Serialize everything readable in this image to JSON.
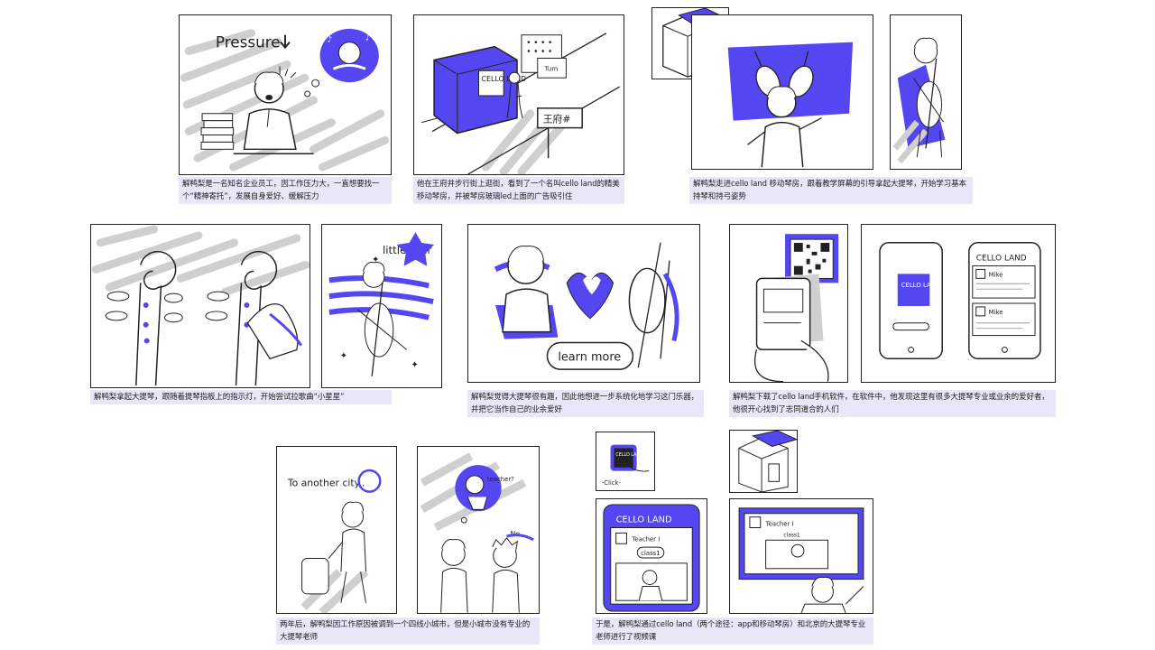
{
  "colors": {
    "accent": "#5446f0",
    "ink": "#222222",
    "shade": "#cfcfcf",
    "caption_bg": "#e9e7f7"
  },
  "panels": {
    "p1": {
      "title": "Pressure"
    },
    "p2": {
      "sign_cello": "CELLO\nLAND",
      "sign_street": "王府#",
      "sign_small": "Turn"
    },
    "p7": {
      "title": "little Star"
    },
    "p8": {
      "button": "learn more"
    },
    "p10": {
      "app_logo": "CELLO\nLAND",
      "app_title": "CELLO LAND",
      "user1": "Mike",
      "user2": "Mike"
    },
    "p11": {
      "title": "To another city.."
    },
    "p12": {
      "bubble": "teacher?",
      "reply": "No.."
    },
    "p13": {
      "logo": "CELLO\nLAND",
      "click": "-Click-"
    },
    "p14": {
      "app_title": "CELLO LAND",
      "teacher": "Teacher I",
      "class": "class1"
    },
    "p16": {
      "teacher": "Teacher I",
      "class": "class1"
    }
  },
  "captions": {
    "c1": "解鸭梨是一名知名企业员工，因工作压力大，一直想要找一个“精神寄托”，发展自身爱好、缓解压力",
    "c2": "他在王府井步行街上逛街，看到了一个名叫cello land的精美移动琴房，并被琴房玻璃led上面的广告吸引住",
    "c3": "解鸭梨走进cello land 移动琴房，跟着教学屏幕的引导拿起大提琴，开始学习基本持琴和持弓姿势",
    "c4": "解鸭梨拿起大提琴，跟随着提琴指板上的指示灯，开始尝试拉歌曲“小星星”",
    "c5": "解鸭梨觉得大提琴很有趣，因此他想进一步系统化地学习这门乐器，并把它当作自己的业余爱好",
    "c6": "解鸭梨下载了cello land手机软件，在软件中，他发现这里有很多大提琴专业或业余的爱好者，他很开心找到了志同道合的人们",
    "c7": "两年后，解鸭梨因工作原因被调到一个四线小城市，但是小城市没有专业的大提琴老师",
    "c8": "于是，解鸭梨通过cello land（两个途径：app和移动琴房）和北京的大提琴专业老师进行了视频课"
  }
}
